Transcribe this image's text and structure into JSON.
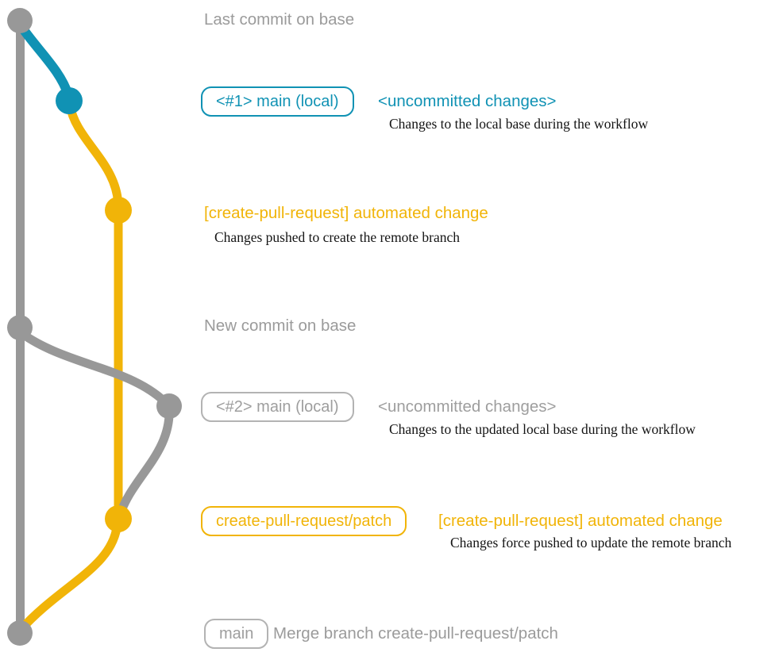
{
  "colors": {
    "base_branch_gray": "#989898",
    "local_main_teal": "#1092b4",
    "cpr_branch_yellow": "#f1b408",
    "gray_text": "#9b9b9b",
    "annotation_black": "#141414",
    "gray_box_border": "#b3b3b3"
  },
  "graph": {
    "commits": [
      {
        "id": "last-base-commit",
        "branch": "base",
        "color_key": "base_branch_gray"
      },
      {
        "id": "main-local-1",
        "branch": "main-local",
        "color_key": "local_main_teal"
      },
      {
        "id": "cpr-automated-1",
        "branch": "create-pull-request/patch",
        "color_key": "cpr_branch_yellow"
      },
      {
        "id": "new-base-commit",
        "branch": "base",
        "color_key": "base_branch_gray"
      },
      {
        "id": "main-local-2",
        "branch": "main-local",
        "color_key": "base_branch_gray"
      },
      {
        "id": "cpr-automated-2",
        "branch": "create-pull-request/patch",
        "color_key": "cpr_branch_yellow"
      },
      {
        "id": "merge-commit",
        "branch": "base",
        "color_key": "base_branch_gray"
      }
    ]
  },
  "labels": {
    "last_commit_on_base": "Last commit on base",
    "branch1_box": "<#1> main (local)",
    "branch1_status": "<uncommitted changes>",
    "branch1_note": "Changes to the local base during the workflow",
    "cpr_commit1_title": "[create-pull-request] automated change",
    "cpr_commit1_note": "Changes pushed to create the remote branch",
    "new_commit_on_base": "New commit on base",
    "branch2_box": "<#2> main (local)",
    "branch2_status": "<uncommitted changes>",
    "branch2_note": "Changes to the updated local base during the workflow",
    "patch_branch_box": "create-pull-request/patch",
    "cpr_commit2_title": "[create-pull-request] automated change",
    "cpr_commit2_note": "Changes force pushed to update the remote branch",
    "main_box": "main",
    "merge_message": "Merge branch create-pull-request/patch"
  }
}
